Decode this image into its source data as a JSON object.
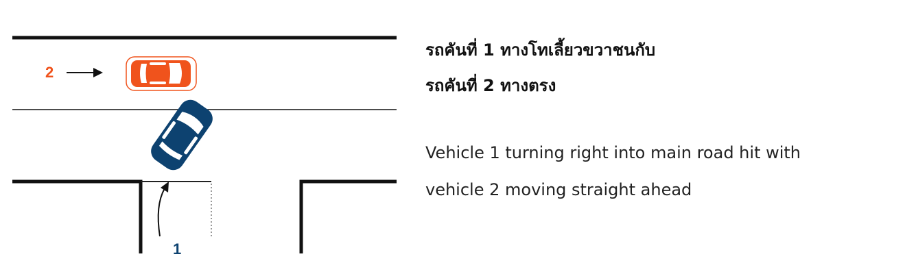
{
  "diagram": {
    "vehicle_2_label": "2",
    "vehicle_1_label": "1",
    "colors": {
      "road_line": "#111111",
      "vehicle_1": "#0d4270",
      "vehicle_2": "#f0531c",
      "path_line": "#555555"
    },
    "icons": [
      "straight-arrow-icon",
      "curved-arrow-icon",
      "car-icon"
    ]
  },
  "description": {
    "thai_line_1": "รถคันที่ 1 ทางโทเลี้ยวขวาชนกับ",
    "thai_line_2": "รถคันที่ 2 ทางตรง",
    "english_line_1": "Vehicle 1 turning right  into main road hit with",
    "english_line_2": "vehicle 2 moving straight ahead"
  }
}
